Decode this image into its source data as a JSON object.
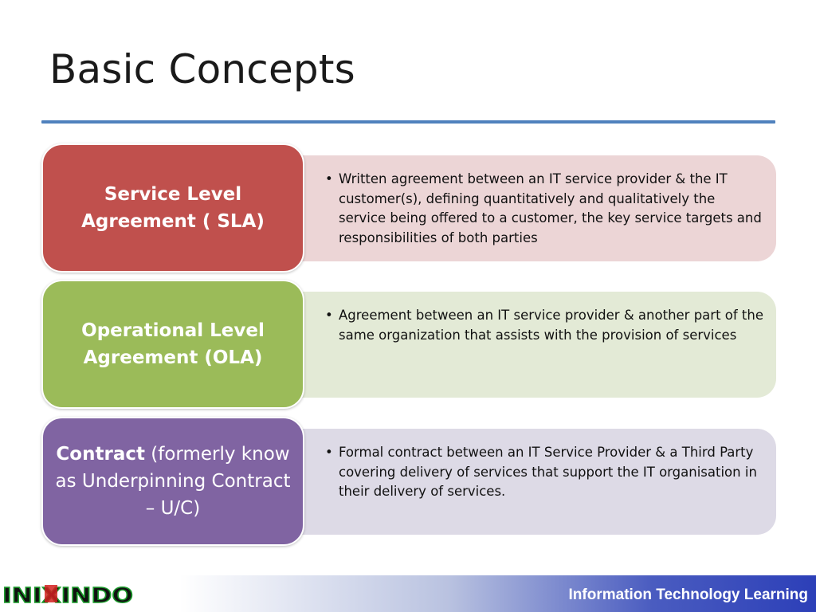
{
  "slide": {
    "title": "Basic Concepts"
  },
  "concepts": [
    {
      "label_bold": "Service Level Agreement ( SLA)",
      "label_regular": "",
      "bullet": "Written agreement between an  IT service provider & the IT customer(s), defining quantitatively and qualitatively the service being offered to a customer, the key service targets and responsibilities of both parties",
      "color": "#c0504d",
      "panel_color": "#ecd5d6"
    },
    {
      "label_bold": "Operational Level Agreement (OLA)",
      "label_regular": "",
      "bullet": "Agreement between an IT service provider & another part of the same organization that assists with the provision of services",
      "color": "#9bbb59",
      "panel_color": "#e3ead6"
    },
    {
      "label_bold": "Contract",
      "label_regular": " (formerly know as Underpinning Contract – U/C)",
      "bullet": "Formal contract between an IT Service Provider & a Third Party covering delivery of services that support the IT organisation in their delivery of services.",
      "color": "#8064a2",
      "panel_color": "#dddae6"
    }
  ],
  "footer": {
    "text": "Information Technology Learning",
    "logo_text": "INIXINDO",
    "logo_icon": "inixindo-logo"
  },
  "colors": {
    "accent_rule": "#4f81bd",
    "footer_blue": "#2c3fb8"
  },
  "bullet_glyph": "•"
}
